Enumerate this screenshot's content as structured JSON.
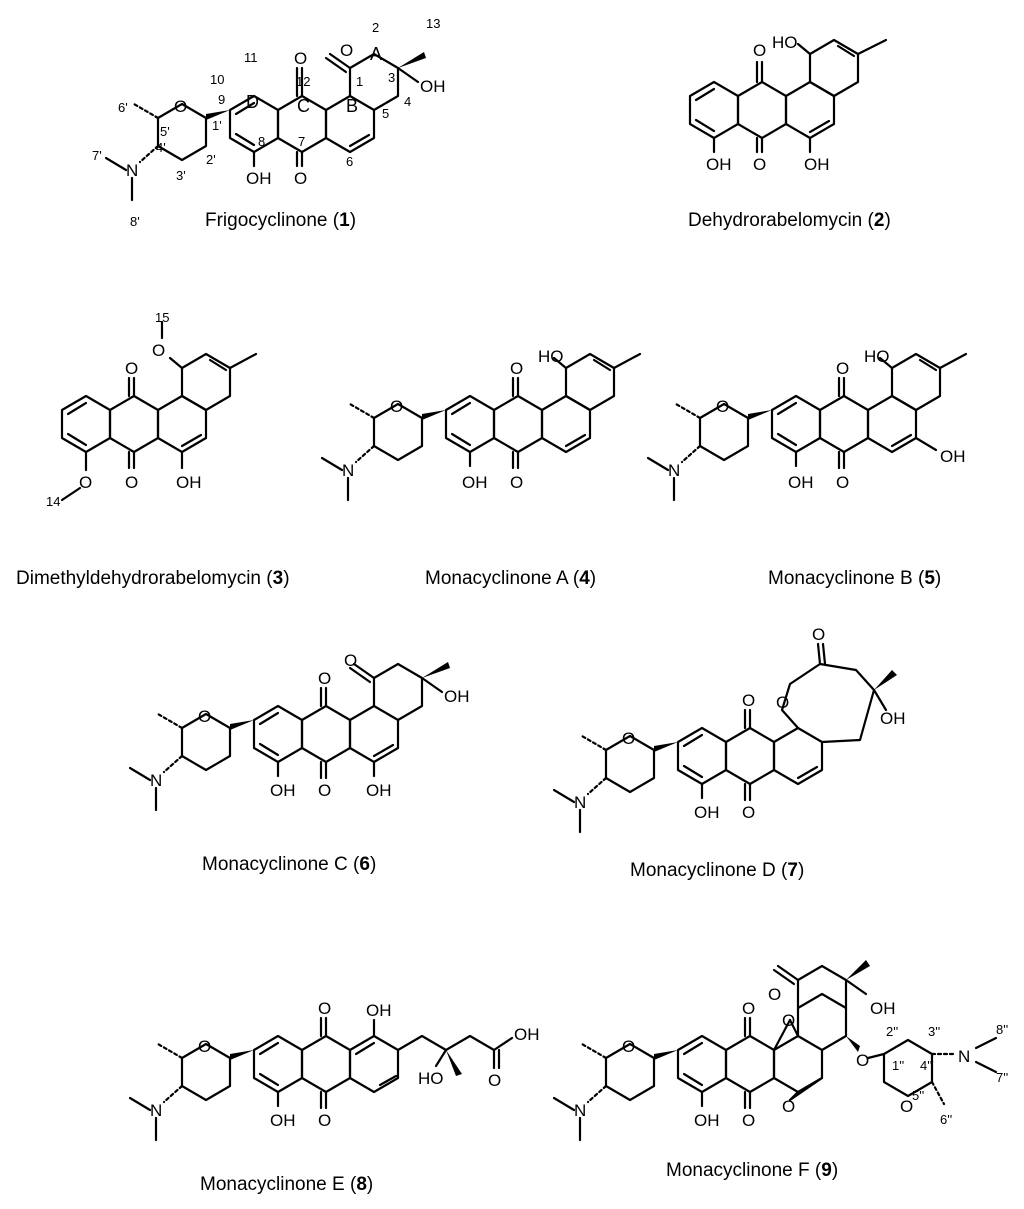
{
  "compounds": [
    {
      "id": "1",
      "name": "Frigocyclinone"
    },
    {
      "id": "2",
      "name": "Dehydrorabelomycin"
    },
    {
      "id": "3",
      "name": "Dimethyldehydrorabelomycin"
    },
    {
      "id": "4",
      "name": "Monacyclinone A"
    },
    {
      "id": "5",
      "name": "Monacyclinone B"
    },
    {
      "id": "6",
      "name": "Monacyclinone C"
    },
    {
      "id": "7",
      "name": "Monacyclinone D"
    },
    {
      "id": "8",
      "name": "Monacyclinone E"
    },
    {
      "id": "9",
      "name": "Monacyclinone F"
    }
  ],
  "atoms": {
    "oh": "OH",
    "ho": "HO",
    "o": "O",
    "n": "N"
  },
  "ring_letters": {
    "a": "A",
    "b": "B",
    "c": "C",
    "d": "D"
  },
  "locants": {
    "c1": "1",
    "c2": "2",
    "c3": "3",
    "c4": "4",
    "c5": "5",
    "c6": "6",
    "c7": "7",
    "c8": "8",
    "c9": "9",
    "c10": "10",
    "c11": "11",
    "c12": "12",
    "c13": "13",
    "c14": "14",
    "c15": "15",
    "p1": "1'",
    "p2": "2'",
    "p3": "3'",
    "p4": "4'",
    "p5": "5'",
    "p6": "6'",
    "p7": "7'",
    "p8": "8'",
    "d1": "1''",
    "d2": "2''",
    "d3": "3''",
    "d4": "4''",
    "d5": "5''",
    "d6": "6''",
    "d7": "7''",
    "d8": "8''"
  }
}
